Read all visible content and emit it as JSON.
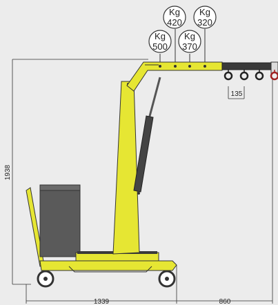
{
  "diagram": {
    "unit_label": "Kg",
    "capacities": [
      {
        "unit": "Kg",
        "value": "500"
      },
      {
        "unit": "Kg",
        "value": "420"
      },
      {
        "unit": "Kg",
        "value": "370"
      },
      {
        "unit": "Kg",
        "value": "320"
      }
    ],
    "dimensions": {
      "height": "1938",
      "base_length": "1339",
      "reach": "860",
      "hook_spacing": "135"
    },
    "colors": {
      "body": "#e6e633",
      "outline": "#333333",
      "counterweight": "#5a5a5a",
      "boom_extension": "#3a3a3a",
      "background": "#ececec"
    }
  }
}
